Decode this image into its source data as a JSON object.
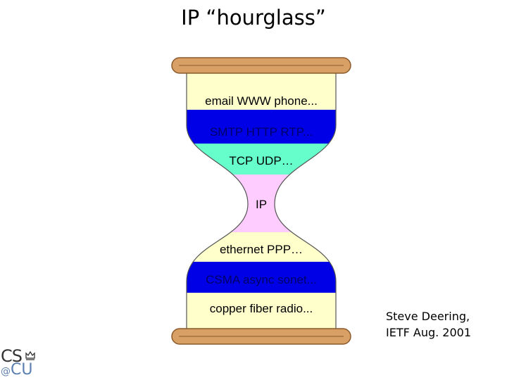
{
  "title": "IP “hourglass”",
  "layers": [
    {
      "label": "email  WWW  phone...",
      "fill": "#ffffcc",
      "text_color": "#000000"
    },
    {
      "label": "SMTP  HTTP  RTP...",
      "fill": "#0000e6",
      "text_color": "#000066"
    },
    {
      "label": "TCP  UDP…",
      "fill": "#66ffcc",
      "text_color": "#000000"
    },
    {
      "label": "IP",
      "fill": "#ffccff",
      "text_color": "#000000"
    },
    {
      "label": "ethernet   PPP…",
      "fill": "#ffffcc",
      "text_color": "#000000"
    },
    {
      "label": "CSMA  async  sonet...",
      "fill": "#0000e6",
      "text_color": "#000066"
    },
    {
      "label": "copper  fiber  radio...",
      "fill": "#ffffcc",
      "text_color": "#000000"
    }
  ],
  "credit": {
    "line1": "Steve Deering,",
    "line2": "IETF Aug. 2001"
  },
  "logo": {
    "top": "CS",
    "bottom": "CU",
    "at": "@"
  },
  "colors": {
    "wood": "#d9a066",
    "wood_edge": "#8b5a2b",
    "outline": "#555555"
  }
}
